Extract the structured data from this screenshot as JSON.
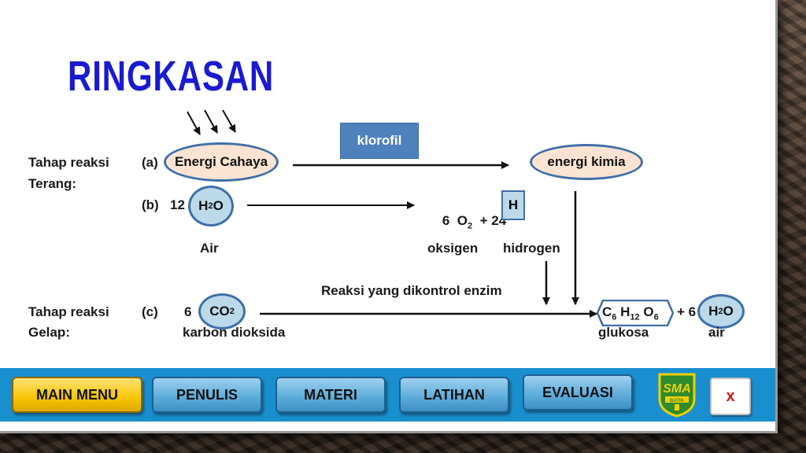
{
  "title": "RINGKASAN",
  "stage_light": {
    "line1": "Tahap reaksi",
    "line2": "Terang:"
  },
  "stage_dark": {
    "line1": "Tahap reaksi",
    "line2": "Gelap:"
  },
  "row_a": {
    "label": "(a)",
    "oval": "Energi Cahaya",
    "result": "energi kimia"
  },
  "catalyst": "klorofil",
  "row_b": {
    "label": "(b)",
    "coef": "12",
    "molecule": "H",
    "molecule_sub": "2",
    "molecule_tail": "O",
    "caption": "Air",
    "product_prefix": "6  O",
    "product_sub": "2",
    "product_mid": "  + 24",
    "product_h": "H",
    "oxygen_label": "oksigen",
    "hydrogen_label": "hidrogen"
  },
  "enzyme_label": "Reaksi yang dikontrol enzim",
  "row_c": {
    "label": "(c)",
    "coef": "6",
    "molecule": "CO",
    "molecule_sub": "2",
    "caption": "karbon dioksida",
    "glucose": {
      "c": "C",
      "c_sub": "6",
      "h": "H",
      "h_sub": "12",
      "o": "O",
      "o_sub": "6"
    },
    "plus": "+ 6",
    "water": "H",
    "water_sub": "2",
    "water_tail": "O",
    "glucose_label": "glukosa",
    "water_label": "air"
  },
  "nav": {
    "main_menu": "MAIN MENU",
    "penulis": "PENULIS",
    "materi": "MATERI",
    "latihan": "LATIHAN",
    "evaluasi": "EVALUASI",
    "close": "x",
    "logo_text": "SMA",
    "logo_sub": "BATIK"
  },
  "colors": {
    "title": "#1a1ad0",
    "nav_bar": "#1a8fd0",
    "oval_border": "#3f6fa8",
    "peach": "#fde4d2",
    "light_blue": "#bcd9ea",
    "klorofil": "#4f81bd"
  }
}
